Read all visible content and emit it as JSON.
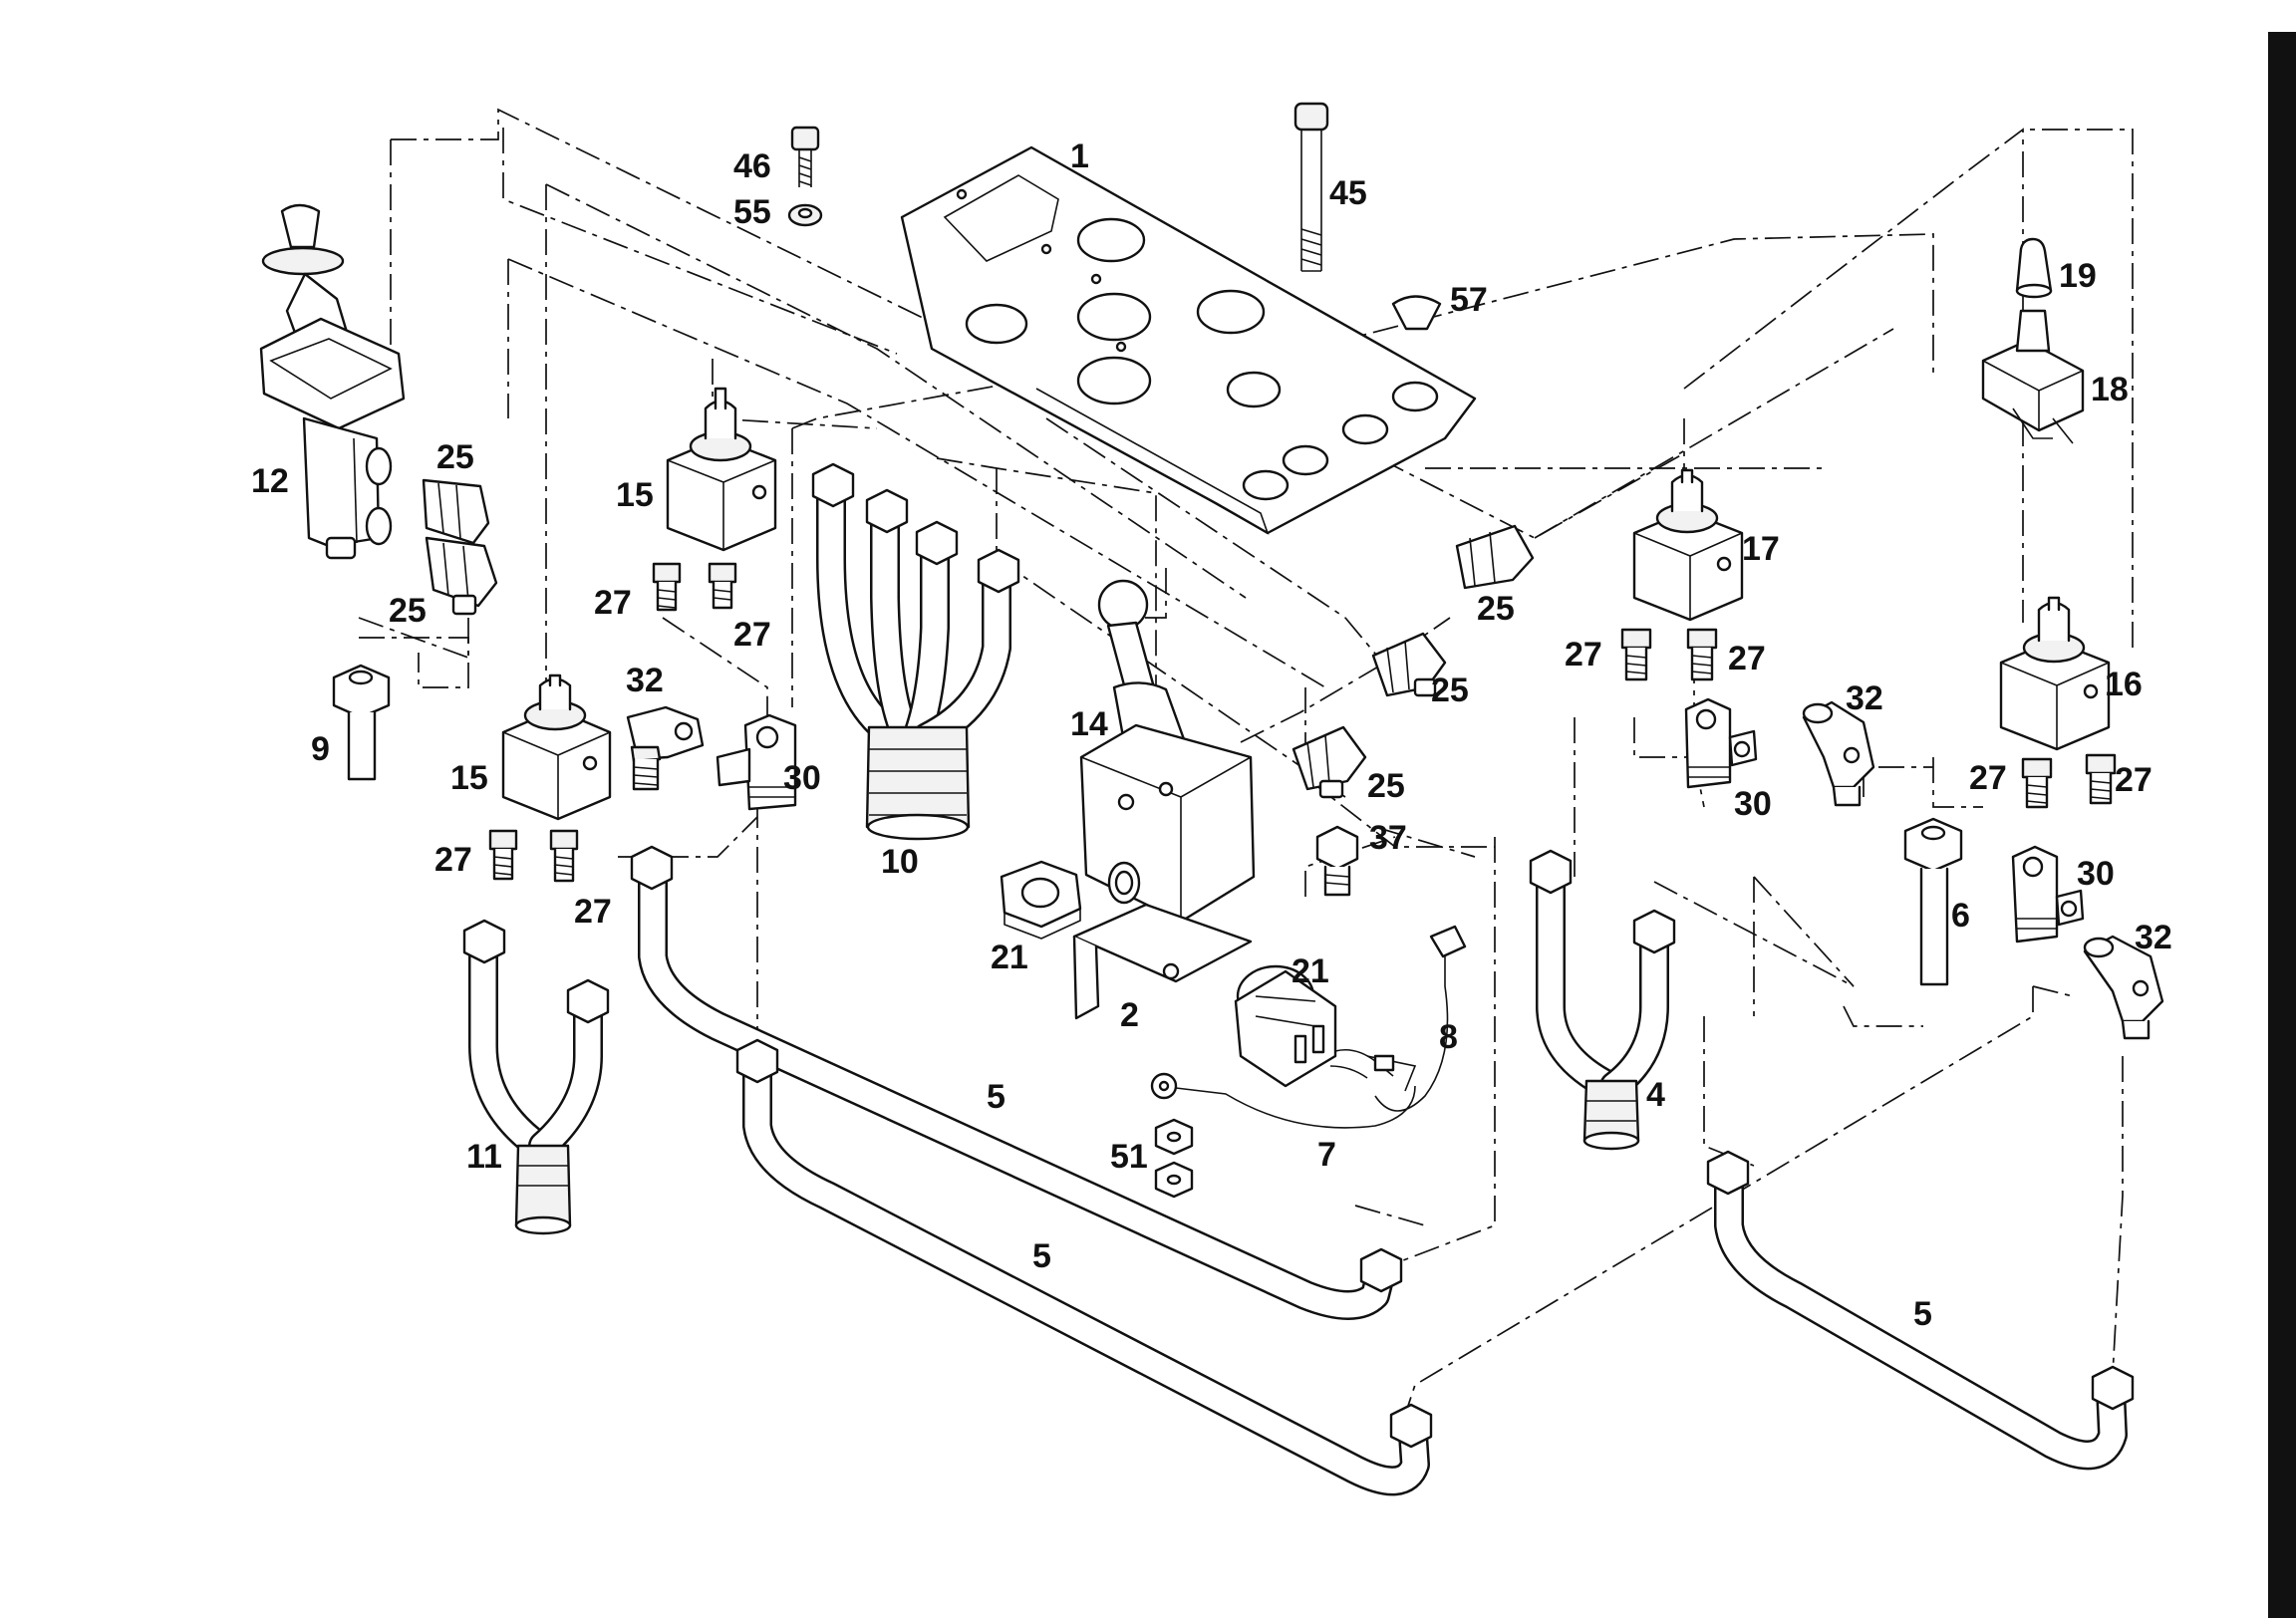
{
  "diagram": {
    "labels": {
      "p1": "1",
      "p2": "2",
      "p4": "4",
      "p5a": "5",
      "p5b": "5",
      "p5c": "5",
      "p6": "6",
      "p7": "7",
      "p8": "8",
      "p9": "9",
      "p10": "10",
      "p11": "11",
      "p12": "12",
      "p14": "14",
      "p15a": "15",
      "p15b": "15",
      "p16": "16",
      "p17": "17",
      "p18": "18",
      "p19": "19",
      "p21a": "21",
      "p21b": "21",
      "p25a": "25",
      "p25b": "25",
      "p25c": "25",
      "p25d": "25",
      "p25e": "25",
      "p27a": "27",
      "p27b": "27",
      "p27c": "27",
      "p27d": "27",
      "p27e": "27",
      "p27f": "27",
      "p27g": "27",
      "p27h": "27",
      "p30a": "30",
      "p30b": "30",
      "p30c": "30",
      "p32a": "32",
      "p32b": "32",
      "p32c": "32",
      "p37": "37",
      "p45": "45",
      "p46": "46",
      "p51": "51",
      "p55": "55",
      "p57": "57"
    }
  }
}
